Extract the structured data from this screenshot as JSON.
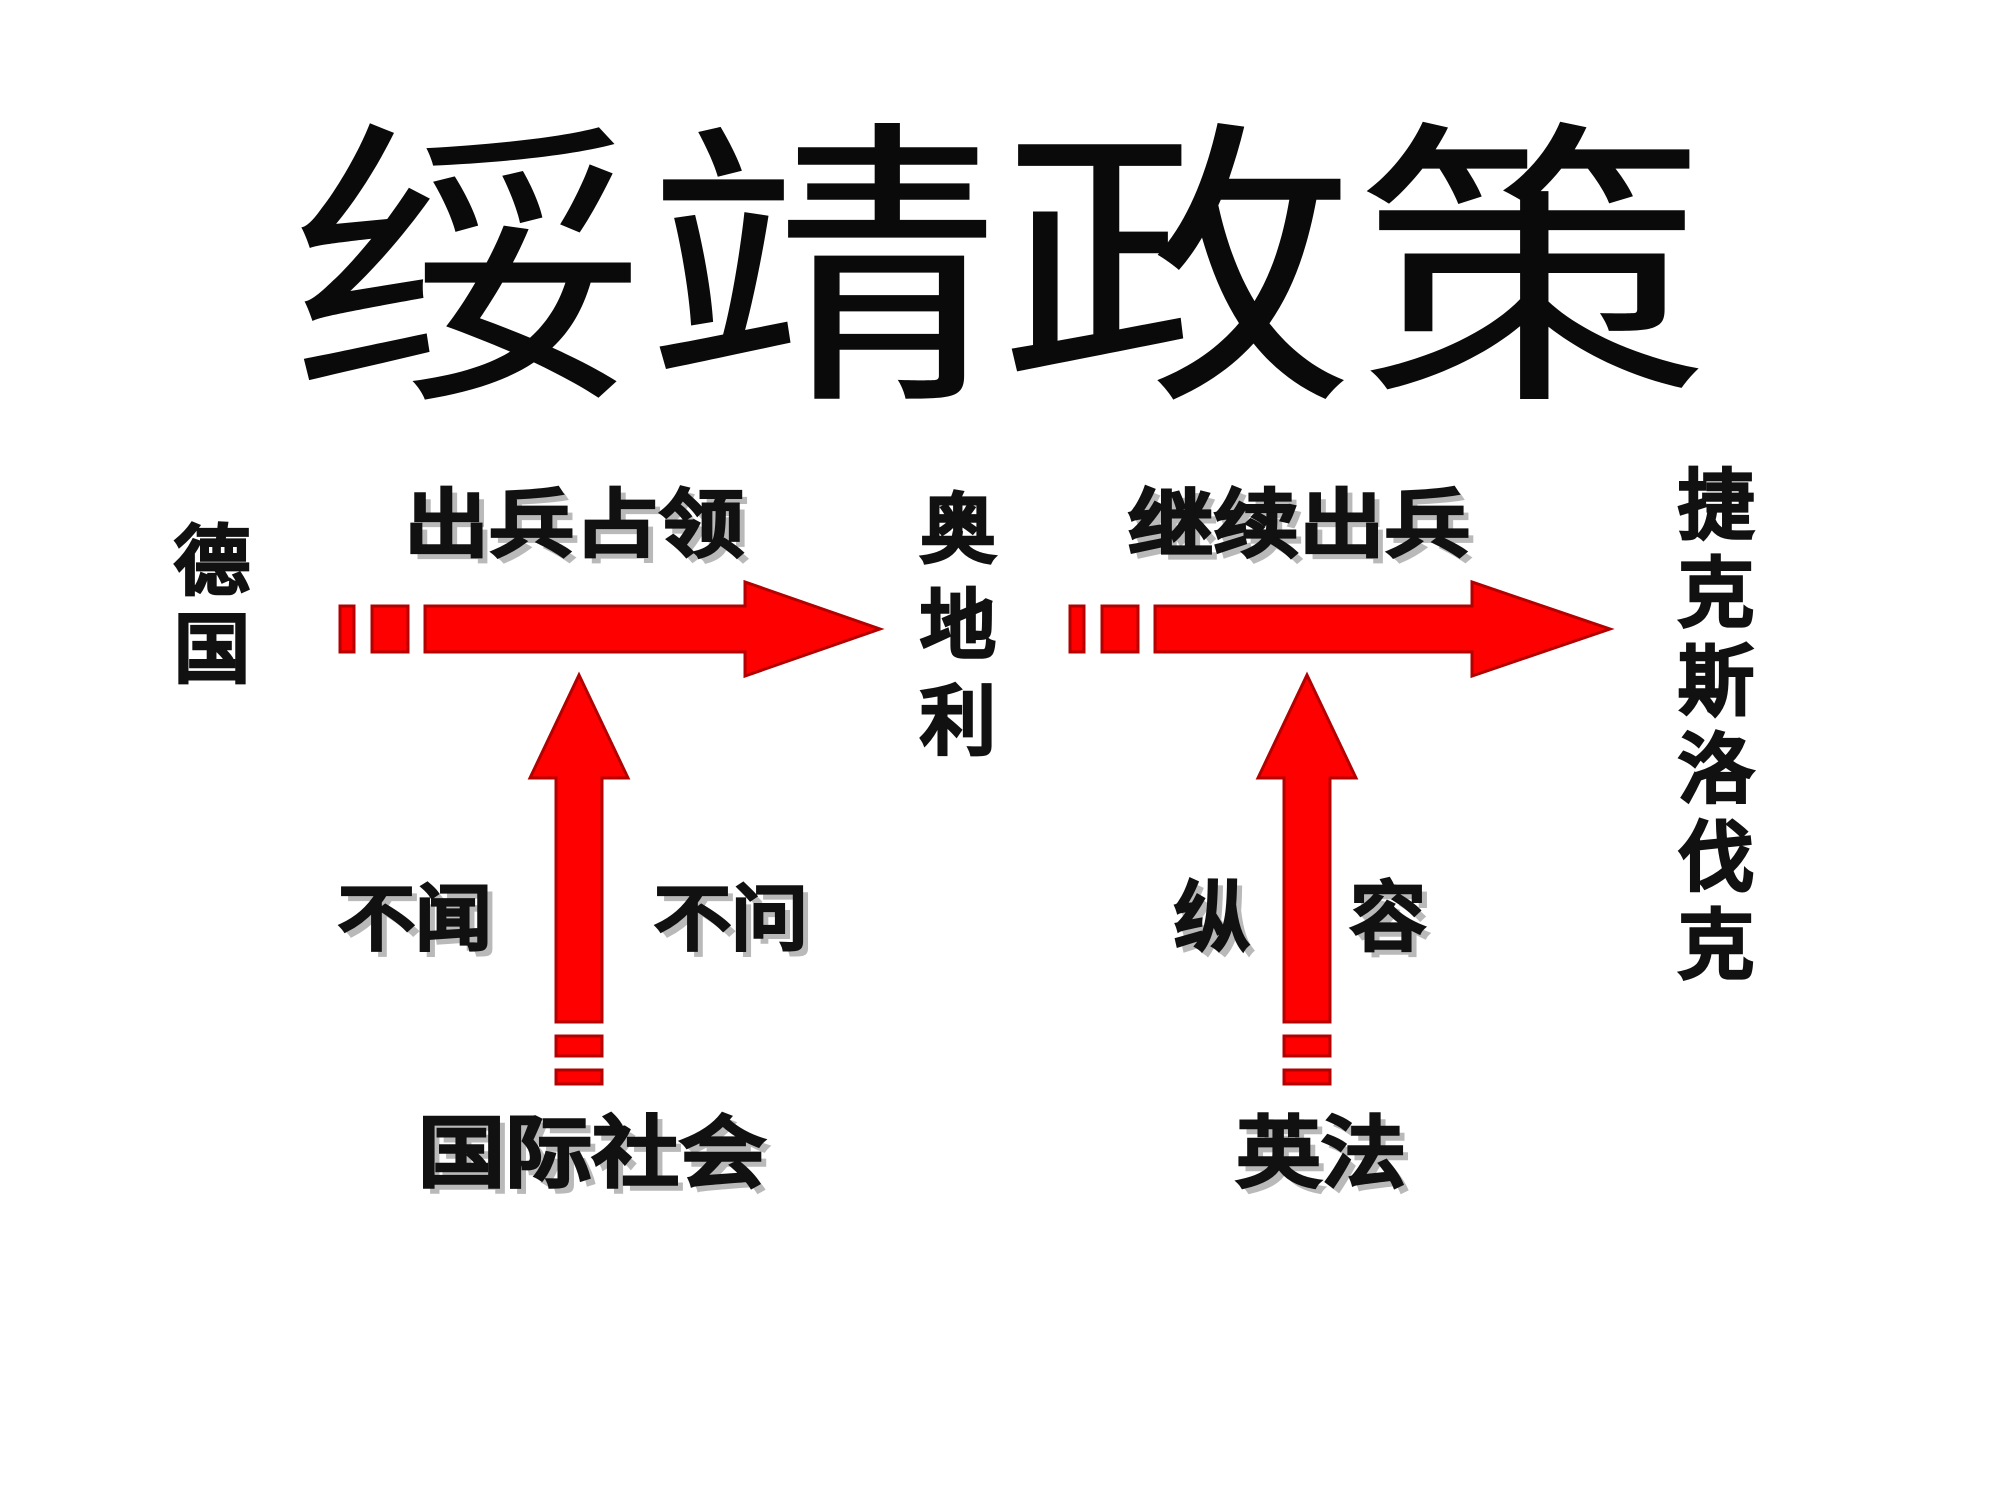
{
  "title": "绥靖政策",
  "nodes": {
    "germany": "德国",
    "austria": "奥地利",
    "czech": "捷克斯洛伐克",
    "international": "国际社会",
    "britain_france": "英法"
  },
  "edge_labels": {
    "occupy": "出兵占领",
    "continue": "继续出兵",
    "ignore_left": "不闻",
    "ignore_right": "不问",
    "indulge_left": "纵",
    "indulge_right": "容"
  },
  "colors": {
    "arrow_fill": "#ff0000",
    "arrow_edge": "#b30000",
    "text": "#111111"
  }
}
